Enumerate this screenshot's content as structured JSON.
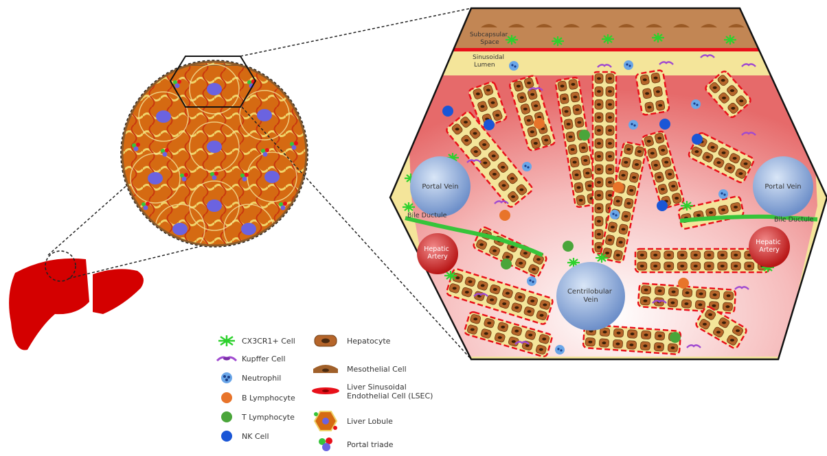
{
  "diagram": {
    "region_labels": {
      "subcapsular_space": [
        "Subcapsular",
        "Space"
      ],
      "sinusoidal_lumen": [
        "Sinusoidal",
        "Lumen"
      ],
      "bile_ductule_left": "Bile Ductule",
      "bile_ductule_right": "Bile Ductule"
    },
    "vessels": {
      "portal_vein_left": [
        "Portal Vein"
      ],
      "portal_vein_right": [
        "Portal Vein"
      ],
      "hepatic_artery_left": [
        "Hepatic",
        "Artery"
      ],
      "hepatic_artery_right": [
        "Hepatic",
        "Artery"
      ],
      "centrilobular_vein": [
        "Centrilobular",
        "Vein"
      ]
    },
    "colors": {
      "liver": "#d40000",
      "lumen": "#f7c4c4",
      "space": "#f4e59a",
      "hepatocyte": "#b5652a",
      "lsec": "#e8101a",
      "vein": "#7d9fd6",
      "artery": "#c81e1e",
      "bile": "#37c43a",
      "lobule_center": "#6b63e0"
    }
  },
  "legend": {
    "col1": [
      {
        "icon": "cx3cr1-cell-icon",
        "label": "CX3CR1+ Cell"
      },
      {
        "icon": "kupffer-cell-icon",
        "label": "Kupffer Cell"
      },
      {
        "icon": "neutrophil-icon",
        "label": "Neutrophil"
      },
      {
        "icon": "b-lymphocyte-icon",
        "label": "B Lymphocyte"
      },
      {
        "icon": "t-lymphocyte-icon",
        "label": "T Lymphocyte"
      },
      {
        "icon": "nk-cell-icon",
        "label": "NK Cell"
      }
    ],
    "col2": [
      {
        "icon": "hepatocyte-icon",
        "label": [
          "Hepatocyte"
        ]
      },
      {
        "icon": "mesothelial-cell-icon",
        "label": [
          "Mesothelial Cell"
        ]
      },
      {
        "icon": "lsec-icon",
        "label": [
          "Liver Sinusoidal",
          "Endothelial Cell (LSEC)"
        ]
      },
      {
        "icon": "liver-lobule-icon",
        "label": [
          "Liver Lobule"
        ]
      },
      {
        "icon": "portal-triade-icon",
        "label": [
          "Portal triade"
        ]
      }
    ]
  }
}
